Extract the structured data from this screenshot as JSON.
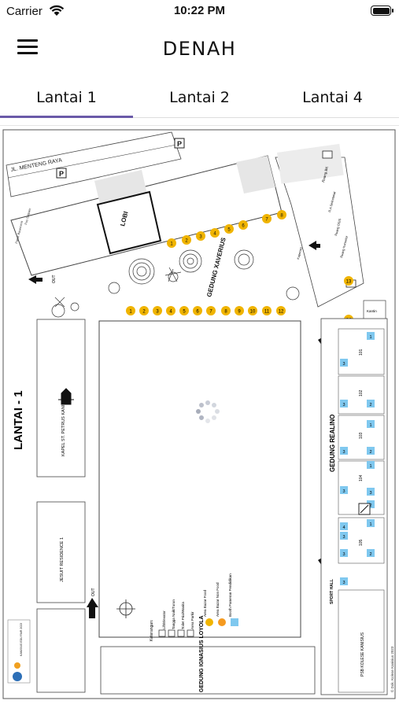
{
  "status_bar": {
    "carrier": "Carrier",
    "time": "10:22 PM"
  },
  "app_bar": {
    "title": "DENAH",
    "menu_icon": "hamburger-menu-icon"
  },
  "tabs": [
    {
      "label": "Lantai 1",
      "active": true
    },
    {
      "label": "Lantai 2",
      "active": false
    },
    {
      "label": "Lantai 4",
      "active": false
    }
  ],
  "accent_color": "#6a5aa8",
  "map": {
    "floor_title": "LANTAI - 1",
    "street": "JL. MENTENG RAYA",
    "parking": "P",
    "lobby": "LOBI",
    "exit": "OUT",
    "parking_basement": "Parkir Basement",
    "pos_satpam": "Pos Satpam",
    "gedung_xaverius": "GEDUNG XAVERIUS",
    "gedung_realino": "GEDUNG REALINO",
    "gedung_ignasius": "GEDUNG IGNASIUS LOYOLA",
    "kapel": "KAPEL ST. PETRUS KANISIUS",
    "jesuit": "JESUIT RESIDENCE 1",
    "sport_hall": "SPORT HALL",
    "psb": "PSB KOLESE KANISIUS",
    "kantin": "Kantin",
    "koperasi": "Koperasi",
    "rooms": [
      "101",
      "102",
      "103",
      "104",
      "105"
    ],
    "side_rooms": [
      "Ruang BK",
      "R.A Sekretariat",
      "Ruang OSIS",
      "Ruang Konselor"
    ],
    "food_top": [
      "1",
      "2",
      "3",
      "4",
      "5",
      "6",
      "7",
      "8"
    ],
    "food_row": [
      "1",
      "2",
      "3",
      "4",
      "5",
      "6",
      "7",
      "8",
      "9",
      "10",
      "11",
      "12"
    ],
    "food_side": [
      "13",
      "14"
    ],
    "booths": [
      "3",
      "1",
      "3",
      "2",
      "3",
      "1",
      "3",
      "2",
      "3",
      "1",
      "3",
      "2",
      "3",
      "4",
      "1",
      "3",
      "2"
    ],
    "legend": {
      "title": "Keterangan:",
      "items": [
        "Lift/Elevator",
        "Tangga Naik/Turun",
        "Toilet Pria/Wanita",
        "Area Parkir",
        "Area Bazar Food",
        "Area Bazar Non Food",
        "Booth Pameran Pendidikan"
      ]
    },
    "credit": "© Dok. Kolese Kanisius 2023",
    "logo_text": "KANISIUS EDU FAIR 2023"
  }
}
